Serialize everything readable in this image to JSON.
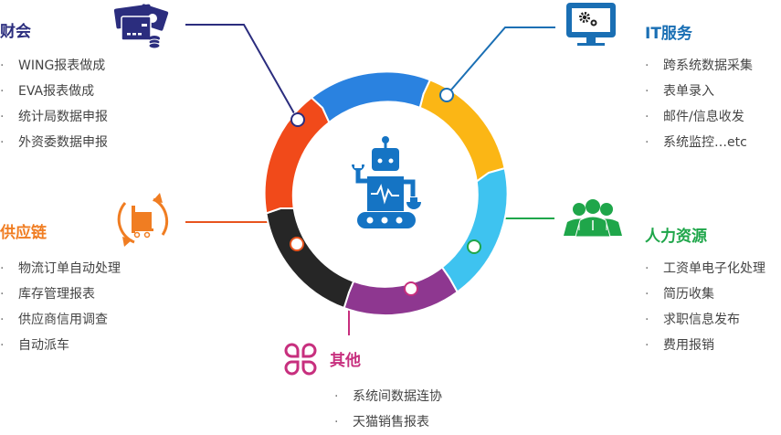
{
  "colors": {
    "finance": "#2b2d7e",
    "it": "#1a6fb4",
    "supply": "#f07d22",
    "hr": "#1fa64a",
    "other": "#c72f7e",
    "ring_blue": "#2a82e0",
    "ring_yellow": "#fbb615",
    "ring_lightblue": "#3ec3f0",
    "ring_purple": "#8e3790",
    "ring_black": "#262626",
    "ring_red": "#f14a1a",
    "robot": "#1574c4"
  },
  "center": {
    "icon": "robot-icon"
  },
  "sections": {
    "finance": {
      "title": "财会",
      "icon": "credit-card-money-icon",
      "items": [
        "WING报表做成",
        "EVA报表做成",
        "统计局数据申报",
        "外资委数据申报"
      ]
    },
    "it": {
      "title": "IT服务",
      "icon": "monitor-gears-icon",
      "items": [
        "跨系统数据采集",
        "表单录入",
        "邮件/信息收发",
        "系统监控…etc"
      ]
    },
    "supply": {
      "title": "供应链",
      "icon": "cart-cycle-icon",
      "items": [
        "物流订单自动处理",
        "库存管理报表",
        "供应商信用调查",
        "自动派车"
      ]
    },
    "hr": {
      "title": "人力资源",
      "icon": "people-group-icon",
      "items": [
        "工资单电子化处理",
        "简历收集",
        "求职信息发布",
        "费用报销"
      ]
    },
    "other": {
      "title": "其他",
      "icon": "four-leaf-icon",
      "items": [
        "系统间数据连协",
        "天猫销售报表"
      ]
    }
  },
  "bullet": "·"
}
